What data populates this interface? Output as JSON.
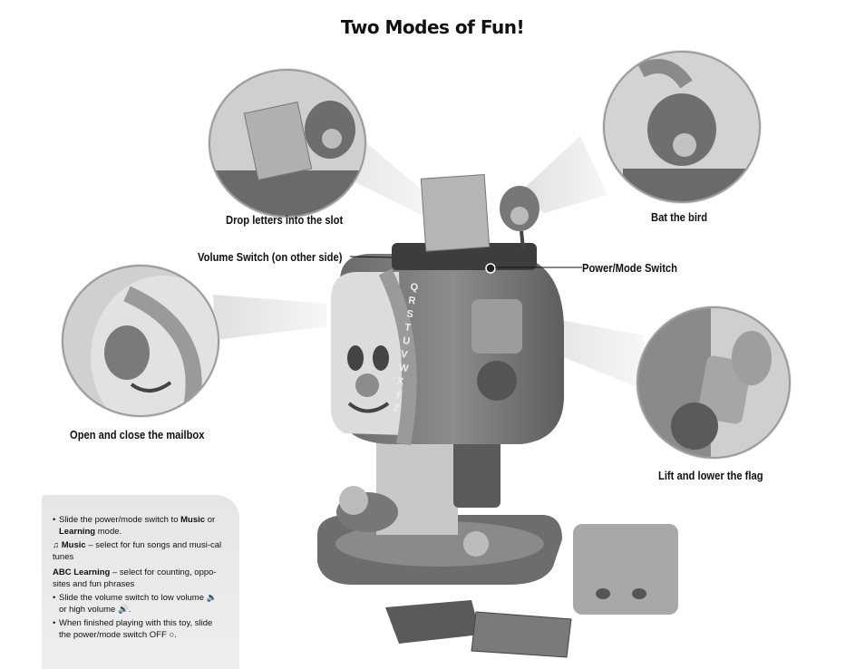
{
  "title": "Two Modes of Fun!",
  "callouts": {
    "drop_letters": "Drop letters into the slot",
    "bat_bird": "Bat the bird",
    "volume_switch": "Volume Switch (on other side)",
    "power_mode_switch": "Power/Mode Switch",
    "open_close": "Open and close the mailbox",
    "lift_flag": "Lift and lower the flag"
  },
  "toy": {
    "alphabet_letters": "Q R S T U V W X Y Z"
  },
  "instructions": {
    "item1_pre": "Slide the power/mode switch to ",
    "item1_music": "Music",
    "item1_mid": " or",
    "item1_learning": "Learning",
    "item1_post": " mode.",
    "music_label": "Music",
    "music_text": " – select for fun songs and musi-cal tunes",
    "learning_label": "Learning",
    "learning_text": " – select for counting, oppo-sites and fun phrases",
    "item4_a": "Slide the volume switch to low volume ",
    "item4_b": "or high volume ",
    "item5_a": "When finished playing with this toy, slide",
    "item5_b": "the power/mode switch OFF "
  },
  "icons": {
    "music_note_icon": "♫",
    "abc_icon": "ABC",
    "low_volume_icon": "🔈",
    "high_volume_icon": "🔊",
    "off_icon": "○"
  }
}
